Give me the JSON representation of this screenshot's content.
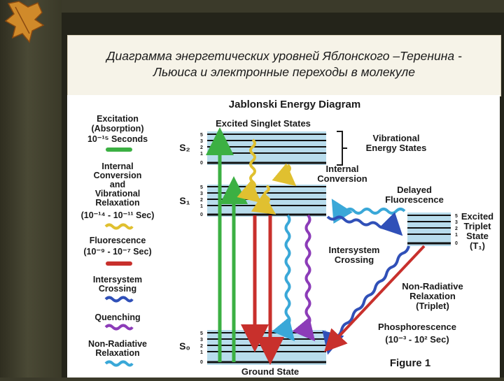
{
  "slide": {
    "title_line1": "Диаграмма энергетических уровней Яблонского –Теренина -",
    "title_line2": "Льюиса и электронные переходы в молекуле"
  },
  "diagram": {
    "heading": "Jablonski Energy Diagram",
    "excited_singlet_states": "Excited Singlet States",
    "vibrational_energy_states": [
      "Vibrational",
      "Energy States"
    ],
    "internal_conversion": [
      "Internal",
      "Conversion"
    ],
    "delayed_fluorescence": [
      "Delayed",
      "Fluorescence"
    ],
    "excited_triplet_state": [
      "Excited",
      "Triplet",
      "State",
      "(T₁)"
    ],
    "intersystem_crossing": [
      "Intersystem",
      "Crossing"
    ],
    "non_radiative_triplet": [
      "Non-Radiative",
      "Relaxation",
      "(Triplet)"
    ],
    "phosphorescence": [
      "Phosphorescence",
      "(10⁻³ - 10² Sec)"
    ],
    "ground_state": "Ground State",
    "figure_label": "Figure 1",
    "state_labels": [
      "S₂",
      "S₁",
      "S₀"
    ],
    "vibrational_levels": [
      "5",
      "3",
      "2",
      "1",
      "0"
    ],
    "legend": [
      {
        "label": [
          "Excitation",
          "(Absorption)",
          "10⁻¹⁵ Seconds"
        ],
        "color": "#3cb043",
        "style": "straight"
      },
      {
        "label": [
          "Internal",
          "Conversion",
          "and",
          "Vibrational",
          "Relaxation",
          "(10⁻¹⁴ - 10⁻¹¹ Sec)"
        ],
        "color": "#e0c030",
        "style": "wavy"
      },
      {
        "label": [
          "Fluorescence",
          "(10⁻⁹ - 10⁻⁷ Sec)"
        ],
        "color": "#c8302c",
        "style": "straight"
      },
      {
        "label": [
          "Intersystem",
          "Crossing"
        ],
        "color": "#3050b8",
        "style": "wavy"
      },
      {
        "label": [
          "Quenching"
        ],
        "color": "#8c3cb8",
        "style": "wavy"
      },
      {
        "label": [
          "Non-Radiative",
          "Relaxation"
        ],
        "color": "#3aa8d8",
        "style": "wavy"
      }
    ],
    "colors": {
      "excitation": "#3cb043",
      "relaxation": "#e0c030",
      "fluorescence": "#c8302c",
      "intersystem": "#3050b8",
      "quenching": "#8c3cb8",
      "nonradiative": "#3aa8d8",
      "level_band": "#b8dcec"
    }
  }
}
